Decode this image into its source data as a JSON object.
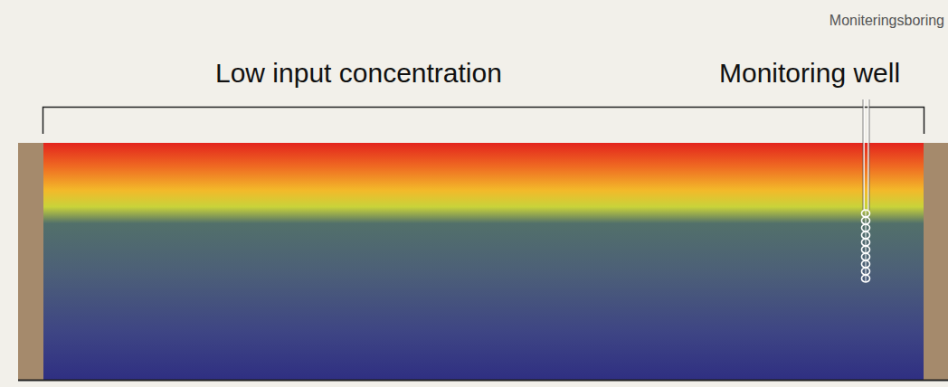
{
  "diagram": {
    "labels": [
      "Moniteringsboring",
      "Low input concentration",
      "Monitoring well"
    ]
  }
}
